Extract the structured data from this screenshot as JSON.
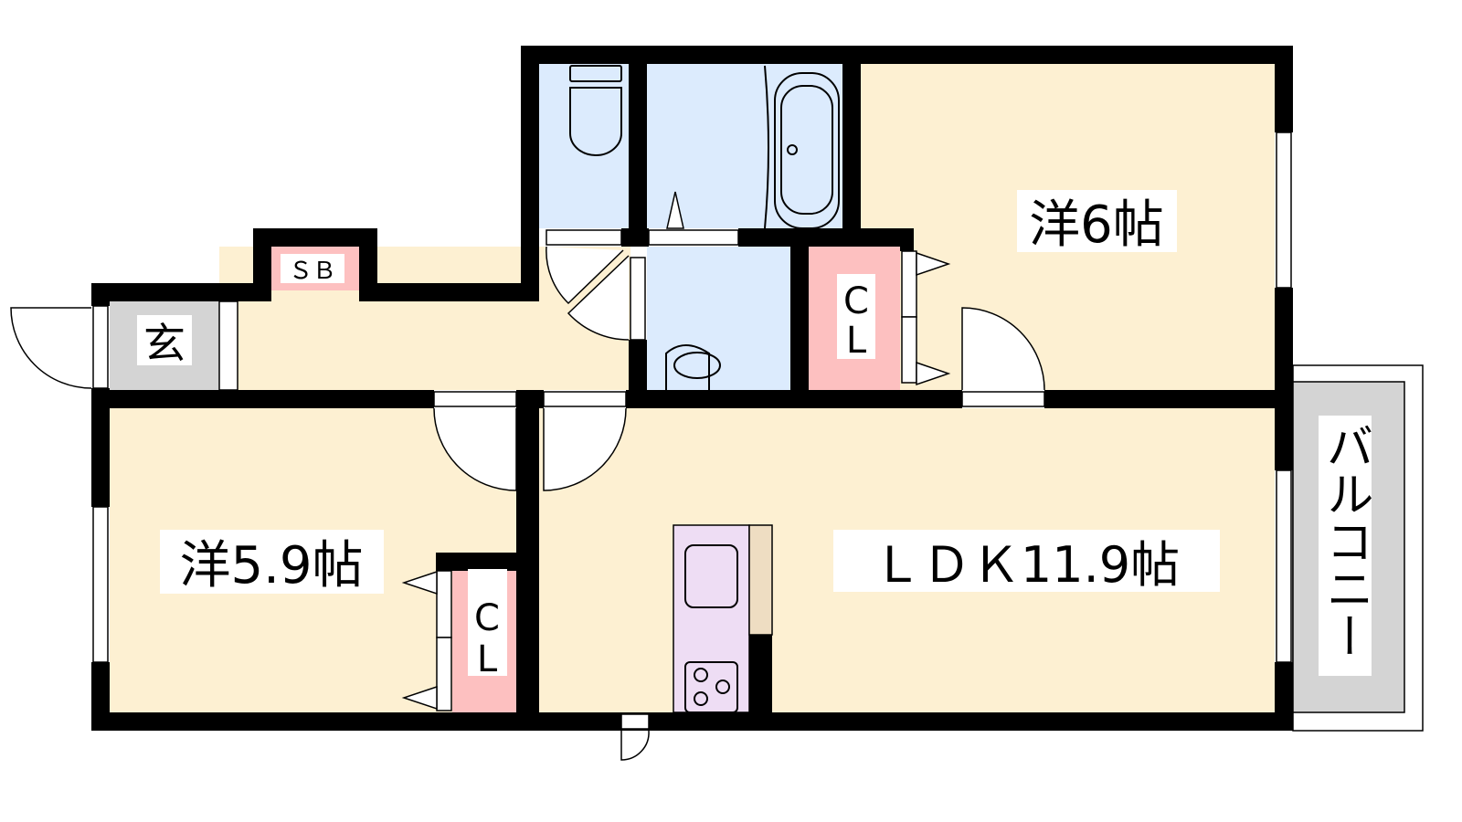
{
  "colors": {
    "room_floor": "#FDF0D2",
    "wet_area": "#DCEBFD",
    "closet": "#FDC0C0",
    "entrance": "#D4D4D4",
    "kitchen": "#EEDDF4",
    "kitchen_counter": "#EEDDC2",
    "wall": "#000000"
  },
  "rooms": {
    "western_6": "洋6帖",
    "western_59": "洋5.9帖",
    "ldk": "ＬＤＫ11.9帖",
    "entrance": "玄",
    "shoe_box": "ＳＢ",
    "closet_1_line1": "C",
    "closet_1_line2": "L",
    "closet_2_line1": "C",
    "closet_2_line2": "L",
    "balcony": "バルコニー"
  }
}
